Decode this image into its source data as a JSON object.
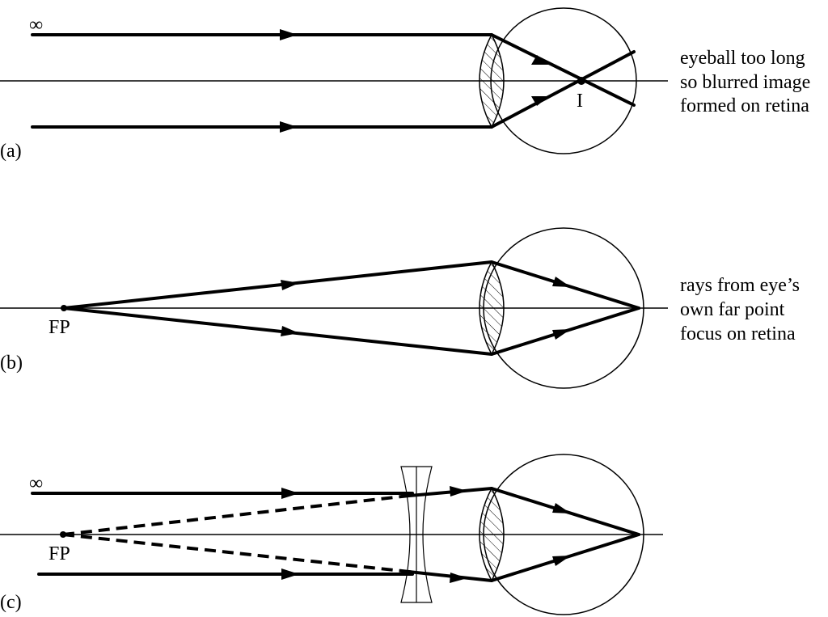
{
  "panels": [
    {
      "tag": "(a)",
      "infinity": "∞",
      "image_label": "I",
      "note_lines": [
        "eyeball too long",
        "so blurred image",
        "formed on retina"
      ]
    },
    {
      "tag": "(b)",
      "point_label": "FP",
      "note_lines": [
        "rays from eye’s",
        "own far point",
        "focus on retina"
      ]
    },
    {
      "tag": "(c)",
      "infinity": "∞",
      "point_label": "FP"
    }
  ]
}
